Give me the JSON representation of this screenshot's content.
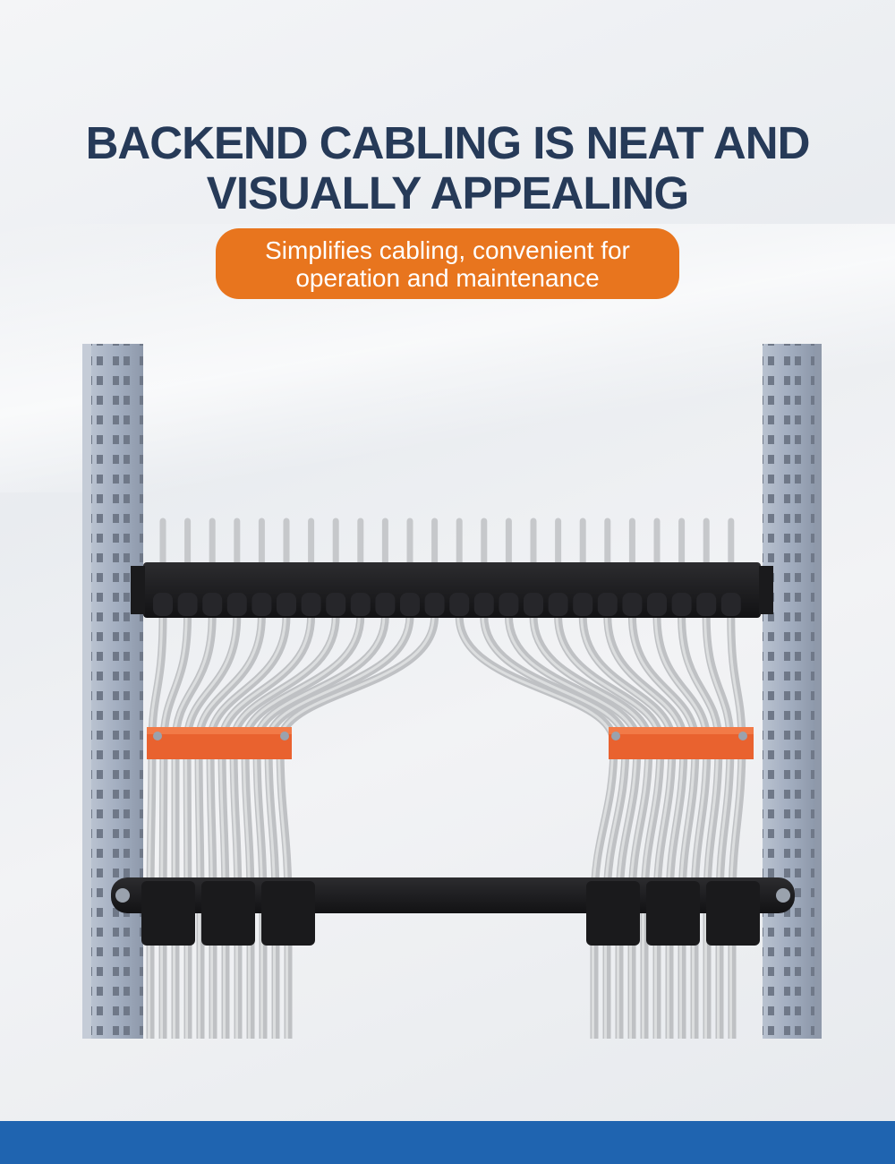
{
  "headline": {
    "line1": "BACKEND CABLING IS NEAT AND",
    "line2": "VISUALLY APPEALING"
  },
  "badge": {
    "line1": "Simplifies cabling, convenient for",
    "line2": "operation and maintenance"
  },
  "illustration": {
    "icon": "rack-cable-management-illustration",
    "colors": {
      "rail": "#a7b2c4",
      "bar": "#1d1d1f",
      "cable": "#c3c5c8",
      "clip": "#e9622f",
      "accent": "#1f64b0",
      "title": "#263a58",
      "badge": "#e8751e"
    }
  }
}
